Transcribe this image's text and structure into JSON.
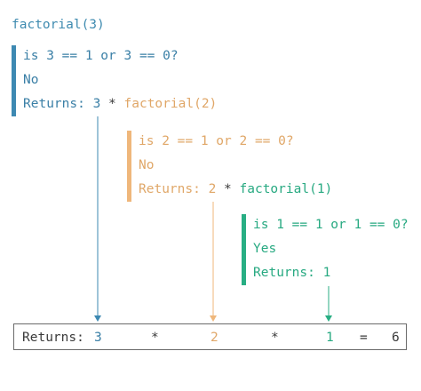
{
  "title": "factorial(3)",
  "frames": [
    {
      "question": "is 3 == 1 or 3 == 0?",
      "answer": "No",
      "returns_label": "Returns:",
      "returns_value": "3",
      "times": "*",
      "recursive_call": "factorial(2)",
      "color": "#3d89b2"
    },
    {
      "question": "is 2 == 1 or 2 == 0?",
      "answer": "No",
      "returns_label": "Returns:",
      "returns_value": "2",
      "times": "*",
      "recursive_call": "factorial(1)",
      "color": "#efb77b"
    },
    {
      "question": "is 1 == 1 or 1 == 0?",
      "answer": "Yes",
      "returns_label": "Returns:",
      "returns_value": "1",
      "color": "#28ae83"
    }
  ],
  "result": {
    "label": "Returns:",
    "v1": "3",
    "op1": "*",
    "v2": "2",
    "op2": "*",
    "v3": "1",
    "eq": "=",
    "total": "6"
  }
}
